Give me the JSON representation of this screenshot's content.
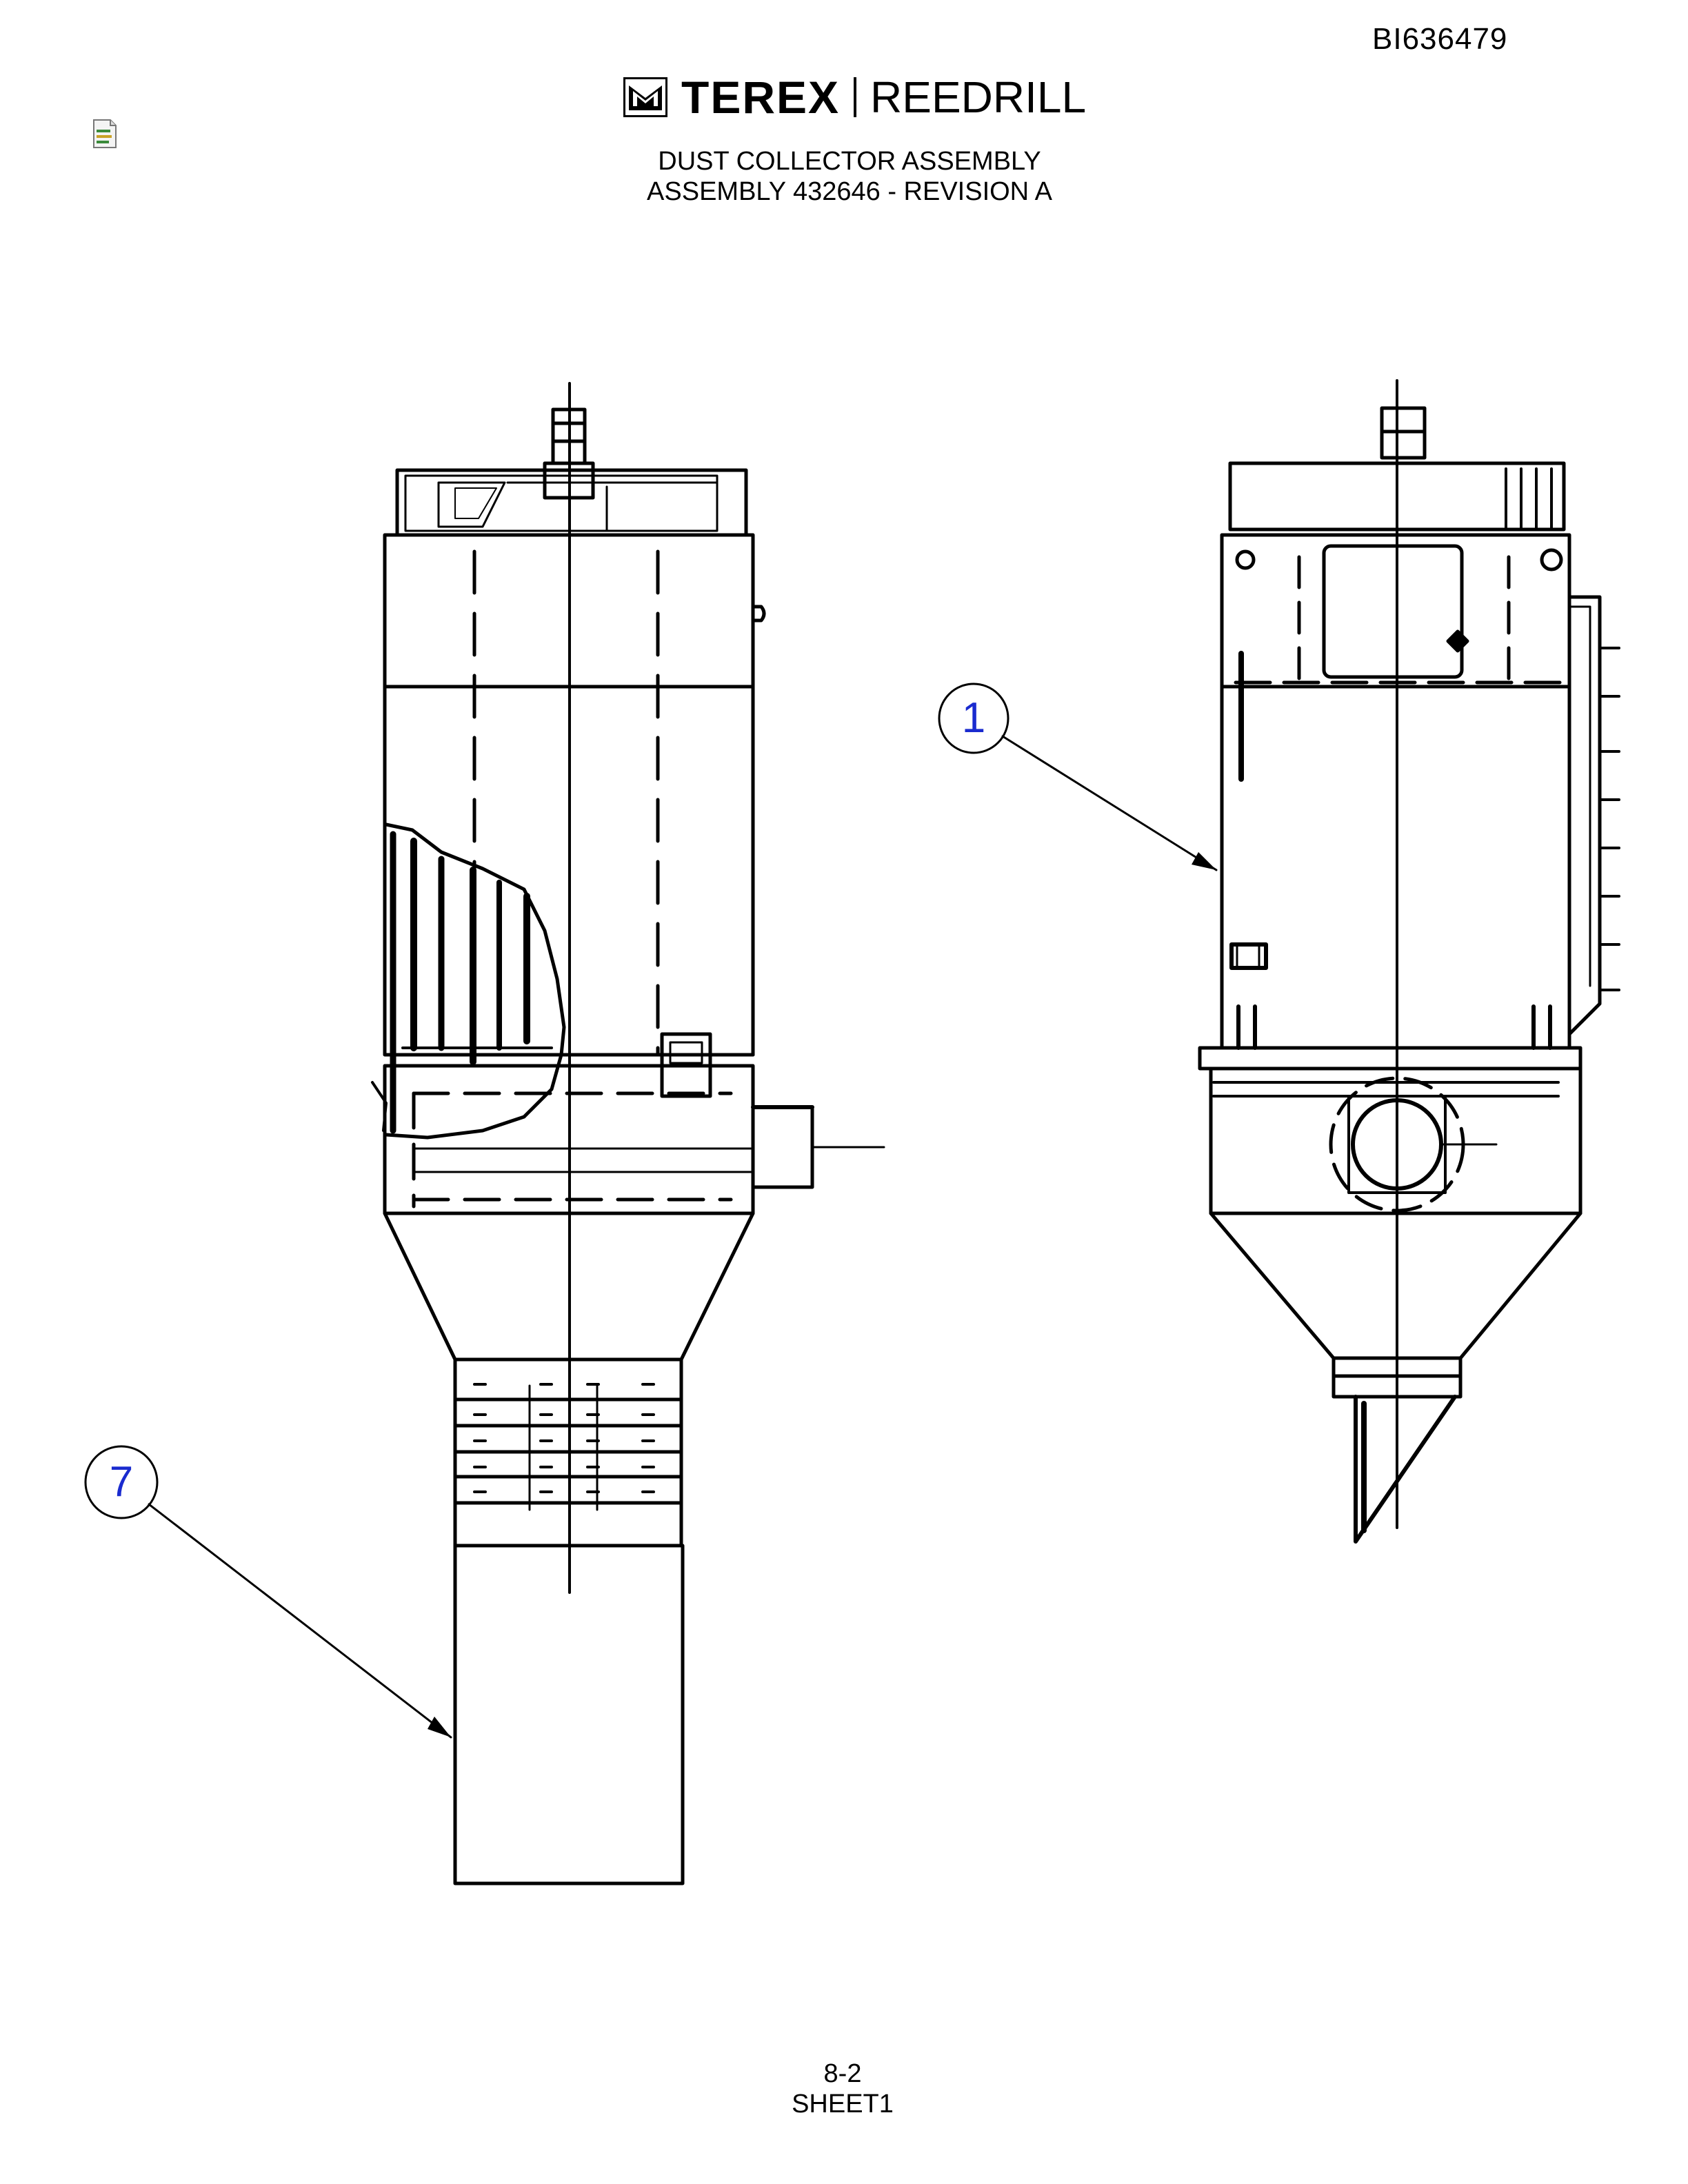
{
  "document_id": "BI636479",
  "logo": {
    "brand": "TEREX",
    "product": "REEDRILL",
    "mark": "terex-crown-mark-icon"
  },
  "doc_icon": "document-page-icon",
  "title": {
    "line1": "DUST COLLECTOR ASSEMBLY",
    "line2": "ASSEMBLY 432646 - REVISION A"
  },
  "callouts": [
    {
      "id": "callout-1",
      "label": "1"
    },
    {
      "id": "callout-7",
      "label": "7"
    }
  ],
  "callout_color": "#1a2bcf",
  "footer": {
    "page": "8-2",
    "sheet": "SHEET1"
  }
}
